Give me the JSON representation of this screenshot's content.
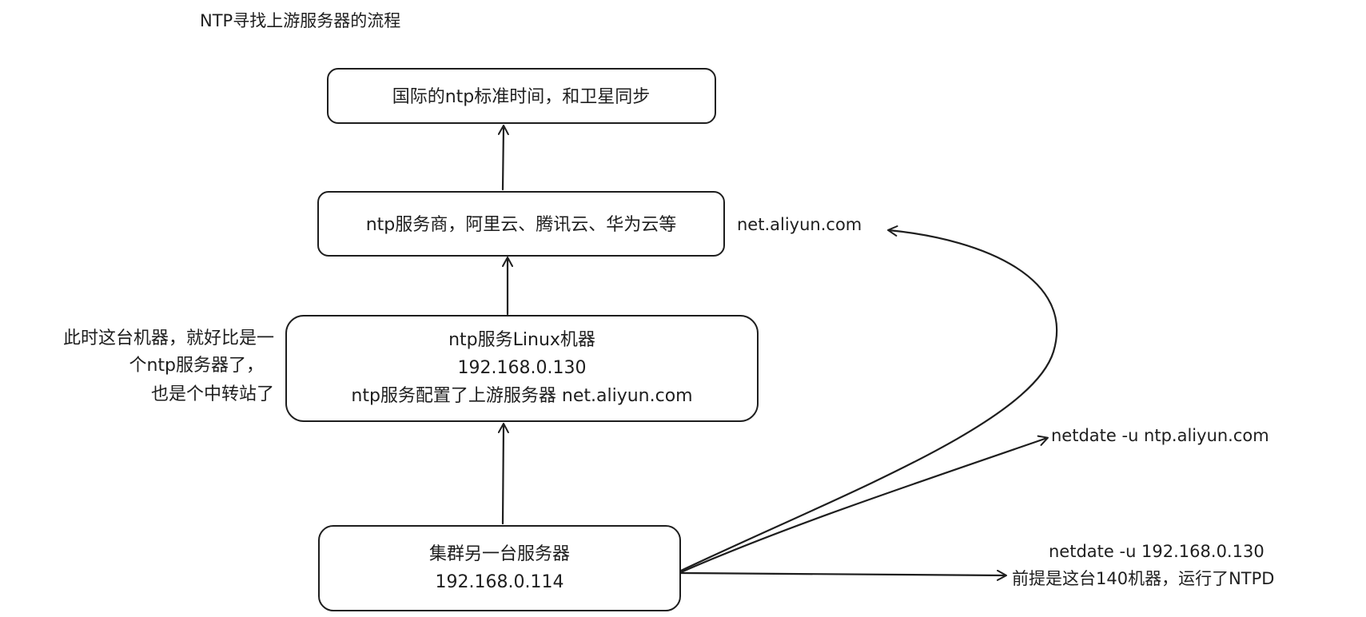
{
  "title": "NTP寻找上游服务器的流程",
  "nodes": {
    "top": {
      "line1": "国际的ntp标准时间，和卫星同步"
    },
    "provider": {
      "line1": "ntp服务商，阿里云、腾讯云、华为云等"
    },
    "linux": {
      "line1": "ntp服务Linux机器",
      "line2": "192.168.0.130",
      "line3": "ntp服务配置了上游服务器 net.aliyun.com"
    },
    "client": {
      "line1": "集群另一台服务器",
      "line2": "192.168.0.114"
    }
  },
  "labels": {
    "aliyun_host": "net.aliyun.com",
    "note": {
      "line1": "此时这台机器，就好比是一",
      "line2": "个ntp服务器了，",
      "line3": "也是个中转站了"
    },
    "cmd_aliyun": "netdate -u ntp.aliyun.com",
    "cmd_local": {
      "line1": "netdate -u 192.168.0.130",
      "line2": "前提是这台140机器，运行了NTPD"
    }
  },
  "colors": {
    "stroke": "#1e1e1e",
    "background": "#ffffff"
  }
}
